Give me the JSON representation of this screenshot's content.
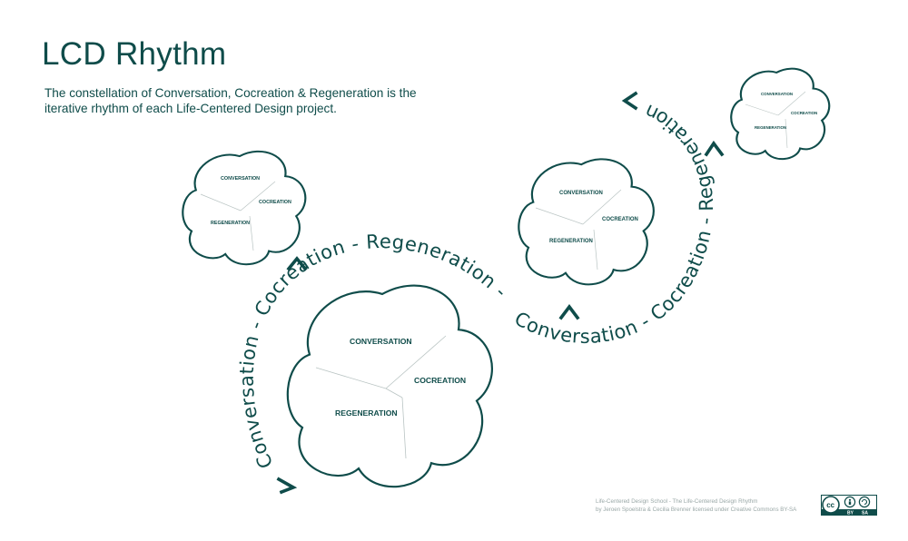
{
  "title": "LCD Rhythm",
  "description": "The constellation of Conversation, Cocreation & Regeneration is the iterative rhythm of each Life-Centered Design project.",
  "flower_labels": {
    "conversation": "CONVERSATION",
    "cocreation": "COCREATION",
    "regeneration": "REGENERATION"
  },
  "path_text": {
    "left_arc": "Conversation - Cocreation - Regeneration -",
    "middle_arc": "Conversation - Cocreation - Regeneration"
  },
  "credit": {
    "line1": "Life-Centered Design School - The Life-Centered Design Rhythm",
    "line2": "by Jeroen Spoelstra & Cecilia Brenner licensed under Creative Commons BY-SA"
  },
  "license_badge": {
    "cc": "cc",
    "by": "BY",
    "sa": "SA"
  },
  "colors": {
    "primary": "#0f4c4a",
    "credit_text": "#9aa8a7"
  }
}
